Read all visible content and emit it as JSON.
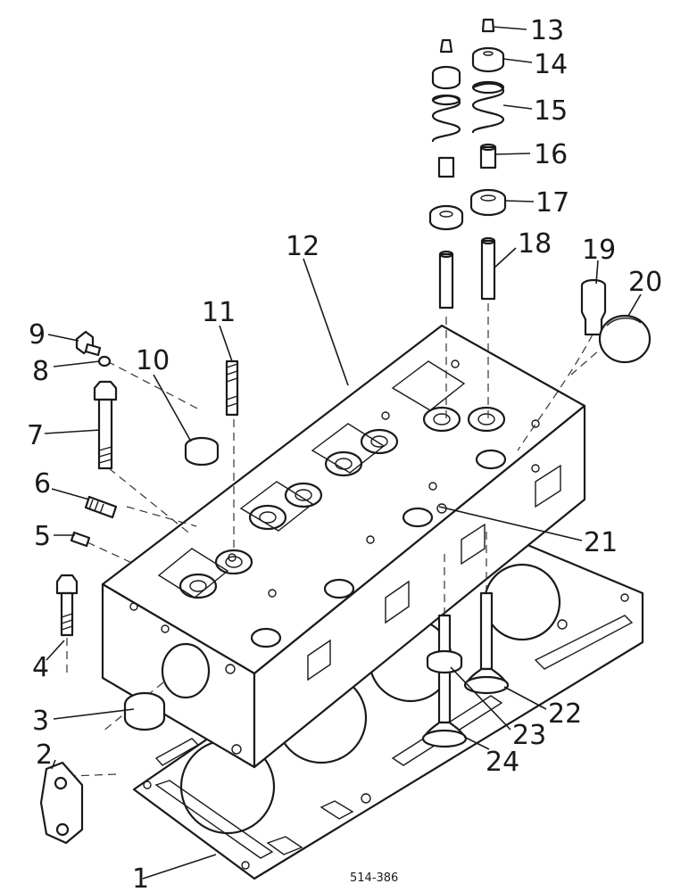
{
  "diagram": {
    "reference_code": "514-386",
    "callouts": [
      {
        "id": "1",
        "label": "1"
      },
      {
        "id": "2",
        "label": "2"
      },
      {
        "id": "3",
        "label": "3"
      },
      {
        "id": "4",
        "label": "4"
      },
      {
        "id": "5",
        "label": "5"
      },
      {
        "id": "6",
        "label": "6"
      },
      {
        "id": "7",
        "label": "7"
      },
      {
        "id": "8",
        "label": "8"
      },
      {
        "id": "9",
        "label": "9"
      },
      {
        "id": "10",
        "label": "10"
      },
      {
        "id": "11",
        "label": "11"
      },
      {
        "id": "12",
        "label": "12"
      },
      {
        "id": "13",
        "label": "13"
      },
      {
        "id": "14",
        "label": "14"
      },
      {
        "id": "15",
        "label": "15"
      },
      {
        "id": "16",
        "label": "16"
      },
      {
        "id": "17",
        "label": "17"
      },
      {
        "id": "18",
        "label": "18"
      },
      {
        "id": "19",
        "label": "19"
      },
      {
        "id": "20",
        "label": "20"
      },
      {
        "id": "21",
        "label": "21"
      },
      {
        "id": "22",
        "label": "22"
      },
      {
        "id": "23",
        "label": "23"
      },
      {
        "id": "24",
        "label": "24"
      }
    ]
  }
}
